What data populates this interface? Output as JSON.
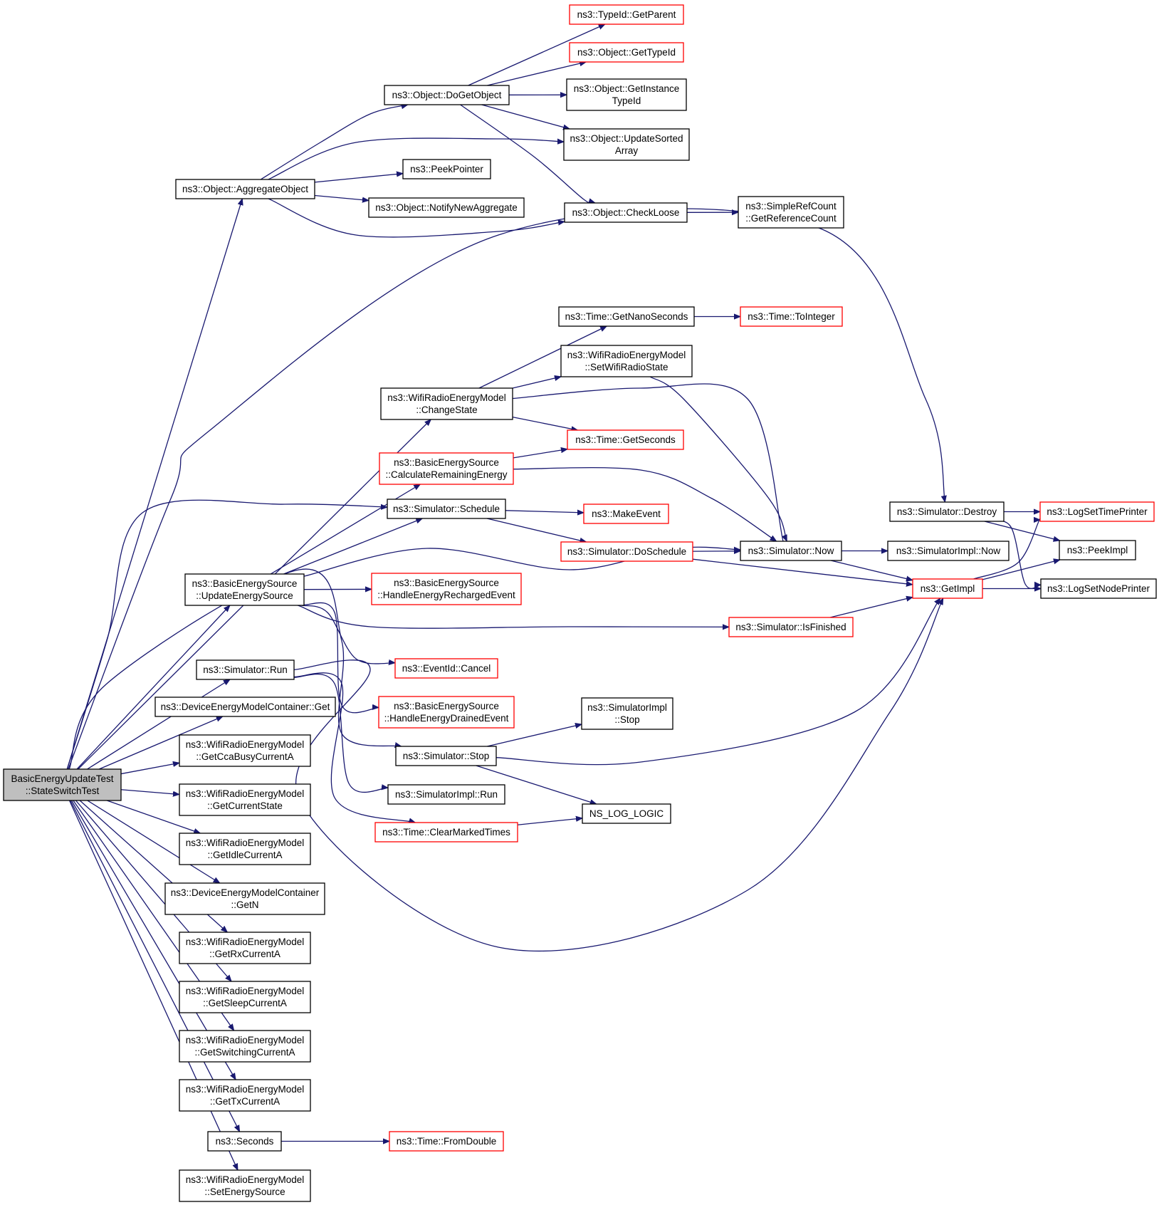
{
  "graph": {
    "nodes": [
      {
        "id": "root",
        "lines": [
          "BasicEnergyUpdateTest",
          "::StateSwitchTest"
        ],
        "style": "root"
      },
      {
        "id": "aggregate",
        "lines": [
          "ns3::Object::AggregateObject"
        ],
        "style": "normal"
      },
      {
        "id": "dogetobject",
        "lines": [
          "ns3::Object::DoGetObject"
        ],
        "style": "normal"
      },
      {
        "id": "getparent",
        "lines": [
          "ns3::TypeId::GetParent"
        ],
        "style": "red"
      },
      {
        "id": "gettypeid",
        "lines": [
          "ns3::Object::GetTypeId"
        ],
        "style": "red"
      },
      {
        "id": "getinstancetypeid",
        "lines": [
          "ns3::Object::GetInstance",
          "TypeId"
        ],
        "style": "normal"
      },
      {
        "id": "updatesorted",
        "lines": [
          "ns3::Object::UpdateSorted",
          "Array"
        ],
        "style": "normal"
      },
      {
        "id": "peekpointer",
        "lines": [
          "ns3::PeekPointer"
        ],
        "style": "normal"
      },
      {
        "id": "notifynew",
        "lines": [
          "ns3::Object::NotifyNewAggregate"
        ],
        "style": "normal"
      },
      {
        "id": "checkloose",
        "lines": [
          "ns3::Object::CheckLoose"
        ],
        "style": "normal"
      },
      {
        "id": "getrefcount",
        "lines": [
          "ns3::SimpleRefCount",
          "::GetReferenceCount"
        ],
        "style": "normal"
      },
      {
        "id": "getnanoseconds",
        "lines": [
          "ns3::Time::GetNanoSeconds"
        ],
        "style": "normal"
      },
      {
        "id": "tointeger",
        "lines": [
          "ns3::Time::ToInteger"
        ],
        "style": "red"
      },
      {
        "id": "setwifiradiostate",
        "lines": [
          "ns3::WifiRadioEnergyModel",
          "::SetWifiRadioState"
        ],
        "style": "normal"
      },
      {
        "id": "changestate",
        "lines": [
          "ns3::WifiRadioEnergyModel",
          "::ChangeState"
        ],
        "style": "normal"
      },
      {
        "id": "getseconds",
        "lines": [
          "ns3::Time::GetSeconds"
        ],
        "style": "red"
      },
      {
        "id": "calcremaining",
        "lines": [
          "ns3::BasicEnergySource",
          "::CalculateRemainingEnergy"
        ],
        "style": "red"
      },
      {
        "id": "schedule",
        "lines": [
          "ns3::Simulator::Schedule"
        ],
        "style": "normal"
      },
      {
        "id": "makeevent",
        "lines": [
          "ns3::MakeEvent"
        ],
        "style": "red"
      },
      {
        "id": "doschedule",
        "lines": [
          "ns3::Simulator::DoSchedule"
        ],
        "style": "red"
      },
      {
        "id": "simnow",
        "lines": [
          "ns3::Simulator::Now"
        ],
        "style": "normal"
      },
      {
        "id": "simimplnow",
        "lines": [
          "ns3::SimulatorImpl::Now"
        ],
        "style": "normal"
      },
      {
        "id": "destroy",
        "lines": [
          "ns3::Simulator::Destroy"
        ],
        "style": "normal"
      },
      {
        "id": "logsettime",
        "lines": [
          "ns3::LogSetTimePrinter"
        ],
        "style": "red"
      },
      {
        "id": "peekimpl",
        "lines": [
          "ns3::PeekImpl"
        ],
        "style": "normal"
      },
      {
        "id": "logsetnode",
        "lines": [
          "ns3::LogSetNodePrinter"
        ],
        "style": "normal"
      },
      {
        "id": "getimpl",
        "lines": [
          "ns3::GetImpl"
        ],
        "style": "red"
      },
      {
        "id": "updateenergysource",
        "lines": [
          "ns3::BasicEnergySource",
          "::UpdateEnergySource"
        ],
        "style": "normal"
      },
      {
        "id": "handlerecharged",
        "lines": [
          "ns3::BasicEnergySource",
          "::HandleEnergyRechargedEvent"
        ],
        "style": "red"
      },
      {
        "id": "isfinished",
        "lines": [
          "ns3::Simulator::IsFinished"
        ],
        "style": "red"
      },
      {
        "id": "cancel",
        "lines": [
          "ns3::EventId::Cancel"
        ],
        "style": "red"
      },
      {
        "id": "simrun",
        "lines": [
          "ns3::Simulator::Run"
        ],
        "style": "normal"
      },
      {
        "id": "handledrained",
        "lines": [
          "ns3::BasicEnergySource",
          "::HandleEnergyDrainedEvent"
        ],
        "style": "red"
      },
      {
        "id": "devget",
        "lines": [
          "ns3::DeviceEnergyModelContainer::Get"
        ],
        "style": "normal"
      },
      {
        "id": "simimplstop",
        "lines": [
          "ns3::SimulatorImpl",
          "::Stop"
        ],
        "style": "normal"
      },
      {
        "id": "simstop",
        "lines": [
          "ns3::Simulator::Stop"
        ],
        "style": "normal"
      },
      {
        "id": "getccabusy",
        "lines": [
          "ns3::WifiRadioEnergyModel",
          "::GetCcaBusyCurrentA"
        ],
        "style": "normal"
      },
      {
        "id": "simimplrun",
        "lines": [
          "ns3::SimulatorImpl::Run"
        ],
        "style": "normal"
      },
      {
        "id": "getcurrentstate",
        "lines": [
          "ns3::WifiRadioEnergyModel",
          "::GetCurrentState"
        ],
        "style": "normal"
      },
      {
        "id": "nslogic",
        "lines": [
          "NS_LOG_LOGIC"
        ],
        "style": "normal"
      },
      {
        "id": "clearmarked",
        "lines": [
          "ns3::Time::ClearMarkedTimes"
        ],
        "style": "red"
      },
      {
        "id": "getidle",
        "lines": [
          "ns3::WifiRadioEnergyModel",
          "::GetIdleCurrentA"
        ],
        "style": "normal"
      },
      {
        "id": "getn",
        "lines": [
          "ns3::DeviceEnergyModelContainer",
          "::GetN"
        ],
        "style": "normal"
      },
      {
        "id": "getrx",
        "lines": [
          "ns3::WifiRadioEnergyModel",
          "::GetRxCurrentA"
        ],
        "style": "normal"
      },
      {
        "id": "getsleep",
        "lines": [
          "ns3::WifiRadioEnergyModel",
          "::GetSleepCurrentA"
        ],
        "style": "normal"
      },
      {
        "id": "getswitching",
        "lines": [
          "ns3::WifiRadioEnergyModel",
          "::GetSwitchingCurrentA"
        ],
        "style": "normal"
      },
      {
        "id": "gettx",
        "lines": [
          "ns3::WifiRadioEnergyModel",
          "::GetTxCurrentA"
        ],
        "style": "normal"
      },
      {
        "id": "seconds",
        "lines": [
          "ns3::Seconds"
        ],
        "style": "normal"
      },
      {
        "id": "fromdouble",
        "lines": [
          "ns3::Time::FromDouble"
        ],
        "style": "red"
      },
      {
        "id": "setenergysource",
        "lines": [
          "ns3::WifiRadioEnergyModel",
          "::SetEnergySource"
        ],
        "style": "normal"
      }
    ],
    "edges": [
      [
        "root",
        "aggregate"
      ],
      [
        "root",
        "destroy"
      ],
      [
        "root",
        "changestate"
      ],
      [
        "root",
        "schedule"
      ],
      [
        "root",
        "updateenergysource"
      ],
      [
        "root",
        "simstop"
      ],
      [
        "root",
        "simrun"
      ],
      [
        "root",
        "devget"
      ],
      [
        "root",
        "getccabusy"
      ],
      [
        "root",
        "getcurrentstate"
      ],
      [
        "root",
        "getidle"
      ],
      [
        "root",
        "getn"
      ],
      [
        "root",
        "getrx"
      ],
      [
        "root",
        "getsleep"
      ],
      [
        "root",
        "getswitching"
      ],
      [
        "root",
        "gettx"
      ],
      [
        "root",
        "seconds"
      ],
      [
        "root",
        "setenergysource"
      ],
      [
        "aggregate",
        "dogetobject"
      ],
      [
        "aggregate",
        "updatesorted"
      ],
      [
        "aggregate",
        "peekpointer"
      ],
      [
        "aggregate",
        "notifynew"
      ],
      [
        "aggregate",
        "checkloose"
      ],
      [
        "dogetobject",
        "getparent"
      ],
      [
        "dogetobject",
        "gettypeid"
      ],
      [
        "dogetobject",
        "getinstancetypeid"
      ],
      [
        "dogetobject",
        "updatesorted"
      ],
      [
        "dogetobject",
        "checkloose"
      ],
      [
        "checkloose",
        "getrefcount"
      ],
      [
        "getnanoseconds",
        "tointeger"
      ],
      [
        "changestate",
        "getnanoseconds"
      ],
      [
        "changestate",
        "setwifiradiostate"
      ],
      [
        "changestate",
        "getseconds"
      ],
      [
        "changestate",
        "simnow"
      ],
      [
        "setwifiradiostate",
        "simnow"
      ],
      [
        "calcremaining",
        "getseconds"
      ],
      [
        "calcremaining",
        "simnow"
      ],
      [
        "schedule",
        "makeevent"
      ],
      [
        "schedule",
        "doschedule"
      ],
      [
        "doschedule",
        "simnow"
      ],
      [
        "doschedule",
        "getimpl"
      ],
      [
        "simnow",
        "simimplnow"
      ],
      [
        "simnow",
        "getimpl"
      ],
      [
        "destroy",
        "logsettime"
      ],
      [
        "destroy",
        "peekimpl"
      ],
      [
        "destroy",
        "logsetnode"
      ],
      [
        "getimpl",
        "logsettime"
      ],
      [
        "getimpl",
        "peekimpl"
      ],
      [
        "getimpl",
        "logsetnode"
      ],
      [
        "updateenergysource",
        "calcremaining"
      ],
      [
        "updateenergysource",
        "schedule"
      ],
      [
        "updateenergysource",
        "simnow"
      ],
      [
        "updateenergysource",
        "handlerecharged"
      ],
      [
        "updateenergysource",
        "isfinished"
      ],
      [
        "updateenergysource",
        "cancel"
      ],
      [
        "updateenergysource",
        "handledrained"
      ],
      [
        "isfinished",
        "getimpl"
      ],
      [
        "simrun",
        "simimplrun"
      ],
      [
        "simrun",
        "clearmarked"
      ],
      [
        "simrun",
        "getimpl"
      ],
      [
        "simstop",
        "simimplstop"
      ],
      [
        "simstop",
        "nslogic"
      ],
      [
        "simstop",
        "getimpl"
      ],
      [
        "clearmarked",
        "nslogic"
      ],
      [
        "seconds",
        "fromdouble"
      ]
    ]
  }
}
